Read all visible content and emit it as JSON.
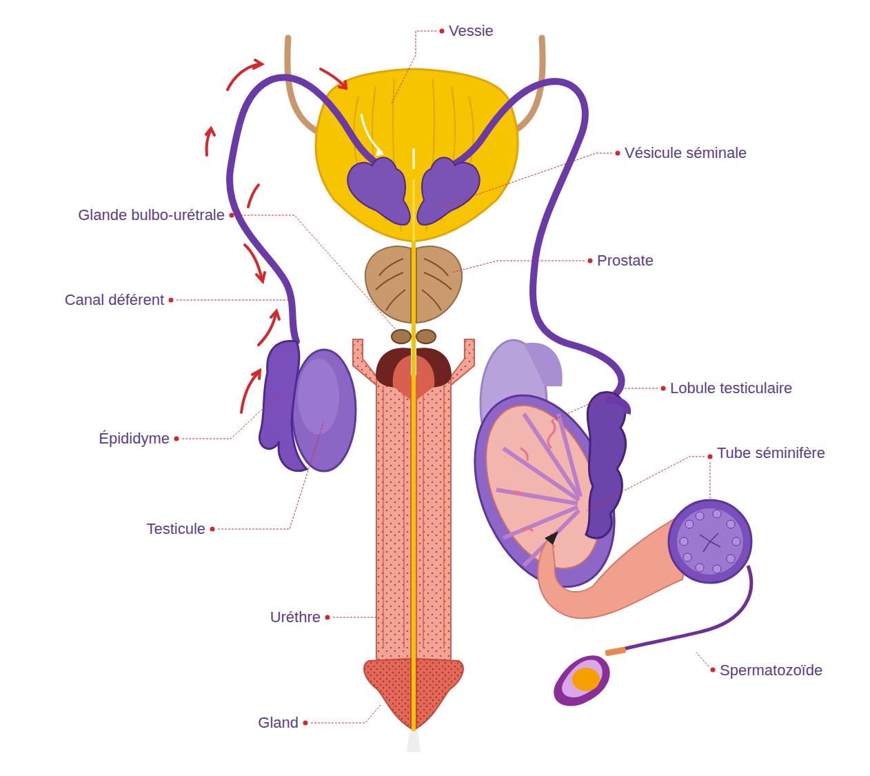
{
  "diagram": {
    "labels": [
      "Vessie",
      "Vésicule séminale",
      "Glande bulbo-urétrale",
      "Prostate",
      "Canal déférent",
      "Lobule testiculaire",
      "Épididyme",
      "Tube séminifère",
      "Testicule",
      "Uréthre",
      "Spermatozoïde",
      "Gland"
    ]
  }
}
